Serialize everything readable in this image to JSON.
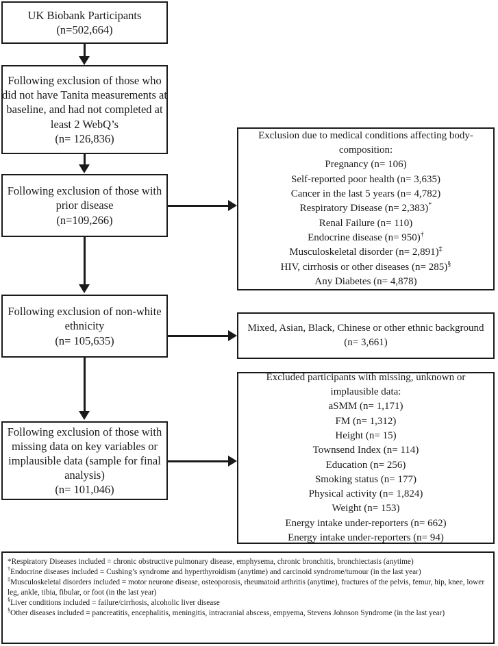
{
  "flow": {
    "left_boxes": [
      {
        "name": "participants",
        "lines": [
          "UK Biobank Participants",
          "(n=502,664)"
        ]
      },
      {
        "name": "tanita",
        "lines": [
          "Following exclusion of those who",
          "did not have Tanita measurements at",
          "baseline, and had not completed at",
          "least 2 WebQ’s",
          "(n= 126,836)"
        ]
      },
      {
        "name": "prior-disease",
        "lines": [
          "Following exclusion of those with",
          "prior disease",
          "(n=109,266)"
        ]
      },
      {
        "name": "ethnicity",
        "lines": [
          "Following exclusion of non-white",
          "ethnicity",
          "(n= 105,635)"
        ]
      },
      {
        "name": "missing-data",
        "lines": [
          "Following exclusion of those with",
          "missing data on key variables or",
          "implausible data (sample for final",
          "analysis)",
          "(n= 101,046)"
        ]
      }
    ],
    "right_boxes": [
      {
        "name": "medical-conditions",
        "header": [
          "Exclusion due to medical conditions affecting body-",
          "composition:"
        ],
        "items": [
          {
            "label": "Pregnancy (n= 106)",
            "marker": ""
          },
          {
            "label": "Self-reported poor health (n= 3,635)",
            "marker": ""
          },
          {
            "label": "Cancer in the last 5 years (n= 4,782)",
            "marker": ""
          },
          {
            "label": "Respiratory Disease (n= 2,383)",
            "marker": "*"
          },
          {
            "label": "Renal Failure (n= 110)",
            "marker": ""
          },
          {
            "label": "Endocrine disease (n= 950)",
            "marker": "†"
          },
          {
            "label": "Musculoskeletal disorder (n= 2,891)",
            "marker": "‡"
          },
          {
            "label": "HIV, cirrhosis or other diseases (n= 285)",
            "marker": "§"
          },
          {
            "label": "Any Diabetes (n= 4,878)",
            "marker": ""
          }
        ]
      },
      {
        "name": "ethnic-background",
        "header": [],
        "items": [
          {
            "label": "Mixed, Asian, Black, Chinese or other ethnic background",
            "marker": ""
          },
          {
            "label": "(n= 3,661)",
            "marker": ""
          }
        ]
      },
      {
        "name": "excluded-missing",
        "header": [
          "Excluded participants with missing, unknown or",
          "implausible data:"
        ],
        "items": [
          {
            "label": "aSMM (n= 1,171)",
            "marker": ""
          },
          {
            "label": "FM (n= 1,312)",
            "marker": ""
          },
          {
            "label": "Height (n= 15)",
            "marker": ""
          },
          {
            "label": "Townsend Index (n= 114)",
            "marker": ""
          },
          {
            "label": "Education (n= 256)",
            "marker": ""
          },
          {
            "label": "Smoking status (n= 177)",
            "marker": ""
          },
          {
            "label": "Physical activity (n= 1,824)",
            "marker": ""
          },
          {
            "label": "Weight (n= 153)",
            "marker": ""
          },
          {
            "label": "Energy intake under-reporters (n= 662)",
            "marker": ""
          },
          {
            "label": "Energy intake under-reporters (n= 94)",
            "marker": ""
          }
        ]
      }
    ]
  },
  "footnotes": [
    {
      "marker": "*",
      "marker_style": "star",
      "text": "Respiratory Diseases included = chronic obstructive pulmonary disease, emphysema, chronic bronchitis, bronchiectasis (anytime)"
    },
    {
      "marker": "†",
      "marker_style": "sup",
      "text": "Endocrine diseases included = Cushing’s syndrome and hyperthyroidism (anytime) and carcinoid syndrome/tumour (in the last year)"
    },
    {
      "marker": "‡",
      "marker_style": "sup",
      "text": "Musculoskeletal disorders included = motor neurone disease, osteoporosis, rheumatoid arthritis (anytime), fractures of the pelvis, femur, hip, knee, lower leg, ankle, tibia, fibular, or foot (in the last year)"
    },
    {
      "marker": "§",
      "marker_style": "sup",
      "text": "Liver conditions included = failure/cirrhosis, alcoholic liver disease"
    },
    {
      "marker": "§",
      "marker_style": "sup",
      "text": "Other diseases included = pancreatitis, encephalitis, meningitis, intracranial abscess, empyema, Stevens Johnson Syndrome (in the last year)"
    }
  ],
  "colors": {
    "line": "#1a1a1a",
    "background": "#ffffff"
  }
}
